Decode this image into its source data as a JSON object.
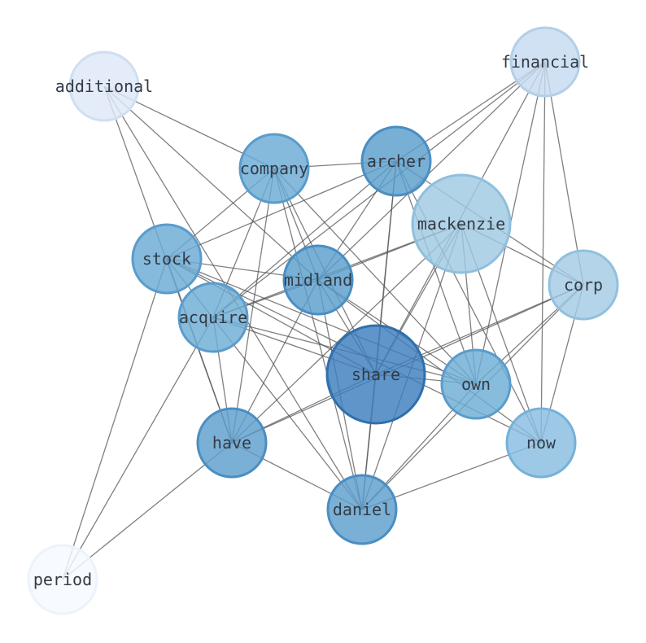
{
  "nodes": [
    {
      "id": "share",
      "label": "share",
      "fill": "#3d7ebd",
      "stroke": "#2f6fad"
    },
    {
      "id": "archer",
      "label": "archer",
      "fill": "#5a9dcc",
      "stroke": "#4a8ec2"
    },
    {
      "id": "midland",
      "label": "midland",
      "fill": "#5a9dcc",
      "stroke": "#4a8ec2"
    },
    {
      "id": "daniel",
      "label": "daniel",
      "fill": "#5d9fcd",
      "stroke": "#4a8ec2"
    },
    {
      "id": "have",
      "label": "have",
      "fill": "#5d9fcd",
      "stroke": "#4a8ec2"
    },
    {
      "id": "company",
      "label": "company",
      "fill": "#6aabd5",
      "stroke": "#5a9ccc"
    },
    {
      "id": "stock",
      "label": "stock",
      "fill": "#6aabd5",
      "stroke": "#5a9ccc"
    },
    {
      "id": "acquire",
      "label": "acquire",
      "fill": "#6eadd6",
      "stroke": "#5a9ccc"
    },
    {
      "id": "own",
      "label": "own",
      "fill": "#6eadd6",
      "stroke": "#5a9ccc"
    },
    {
      "id": "now",
      "label": "now",
      "fill": "#88bde0",
      "stroke": "#76b1d9"
    },
    {
      "id": "mackenzie",
      "label": "mackenzie",
      "fill": "#9fc9e3",
      "stroke": "#8fbfdd"
    },
    {
      "id": "corp",
      "label": "corp",
      "fill": "#a3cbe4",
      "stroke": "#92c0de"
    },
    {
      "id": "financial",
      "label": "financial",
      "fill": "#c5daf0",
      "stroke": "#b3cfe9"
    },
    {
      "id": "additional",
      "label": "additional",
      "fill": "#dde8f6",
      "stroke": "#cfdff2"
    },
    {
      "id": "period",
      "label": "period",
      "fill": "#f5f9fe",
      "stroke": "#edf3fb"
    }
  ],
  "edges": [
    [
      "share",
      "archer"
    ],
    [
      "share",
      "midland"
    ],
    [
      "share",
      "daniel"
    ],
    [
      "share",
      "have"
    ],
    [
      "share",
      "company"
    ],
    [
      "share",
      "stock"
    ],
    [
      "share",
      "acquire"
    ],
    [
      "share",
      "own"
    ],
    [
      "share",
      "mackenzie"
    ],
    [
      "share",
      "financial"
    ],
    [
      "share",
      "corp"
    ],
    [
      "archer",
      "company"
    ],
    [
      "archer",
      "stock"
    ],
    [
      "archer",
      "midland"
    ],
    [
      "archer",
      "acquire"
    ],
    [
      "archer",
      "own"
    ],
    [
      "archer",
      "now"
    ],
    [
      "archer",
      "corp"
    ],
    [
      "archer",
      "daniel"
    ],
    [
      "midland",
      "company"
    ],
    [
      "midland",
      "stock"
    ],
    [
      "midland",
      "acquire"
    ],
    [
      "midland",
      "own"
    ],
    [
      "midland",
      "now"
    ],
    [
      "midland",
      "have"
    ],
    [
      "midland",
      "daniel"
    ],
    [
      "midland",
      "mackenzie"
    ],
    [
      "midland",
      "financial"
    ],
    [
      "midland",
      "additional"
    ],
    [
      "daniel",
      "have"
    ],
    [
      "daniel",
      "own"
    ],
    [
      "daniel",
      "now"
    ],
    [
      "daniel",
      "corp"
    ],
    [
      "daniel",
      "mackenzie"
    ],
    [
      "daniel",
      "company"
    ],
    [
      "daniel",
      "stock"
    ],
    [
      "daniel",
      "additional"
    ],
    [
      "have",
      "company"
    ],
    [
      "have",
      "stock"
    ],
    [
      "have",
      "acquire"
    ],
    [
      "have",
      "mackenzie"
    ],
    [
      "have",
      "additional"
    ],
    [
      "have",
      "period"
    ],
    [
      "have",
      "corp"
    ],
    [
      "company",
      "stock"
    ],
    [
      "company",
      "acquire"
    ],
    [
      "company",
      "own"
    ],
    [
      "company",
      "additional"
    ],
    [
      "stock",
      "now"
    ],
    [
      "stock",
      "period"
    ],
    [
      "stock",
      "own"
    ],
    [
      "acquire",
      "mackenzie"
    ],
    [
      "acquire",
      "financial"
    ],
    [
      "acquire",
      "own"
    ],
    [
      "acquire",
      "period"
    ],
    [
      "own",
      "mackenzie"
    ],
    [
      "own",
      "financial"
    ],
    [
      "own",
      "corp"
    ],
    [
      "now",
      "mackenzie"
    ],
    [
      "now",
      "financial"
    ],
    [
      "now",
      "corp"
    ],
    [
      "mackenzie",
      "corp"
    ],
    [
      "financial",
      "corp"
    ],
    [
      "financial",
      "archer"
    ]
  ]
}
